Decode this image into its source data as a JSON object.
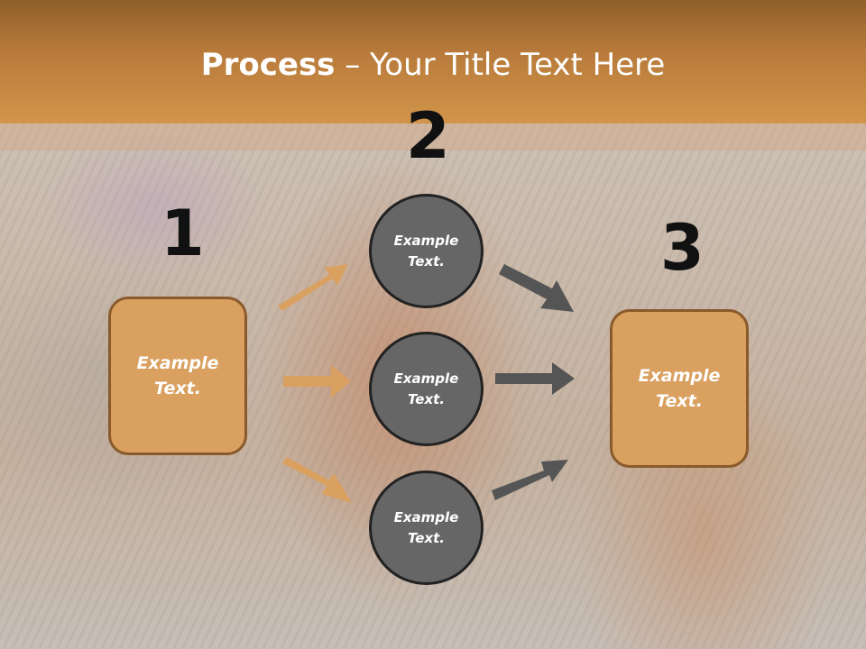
{
  "slide": {
    "title_bold": "Process",
    "title_rest": " – Your Title Text Here"
  },
  "steps": {
    "one": "1",
    "two": "2",
    "three": "3"
  },
  "left_box": {
    "line1": "Example",
    "line2": "Text."
  },
  "right_box": {
    "line1": "Example",
    "line2": "Text."
  },
  "circles": [
    {
      "line1": "Example",
      "line2": "Text."
    },
    {
      "line1": "Example",
      "line2": "Text."
    },
    {
      "line1": "Example",
      "line2": "Text."
    }
  ],
  "colors": {
    "header": "#c98a45",
    "box_fill": "#d9a060",
    "circle_fill": "#666666",
    "left_arrows": "#d9a060",
    "right_arrows": "#555555"
  }
}
